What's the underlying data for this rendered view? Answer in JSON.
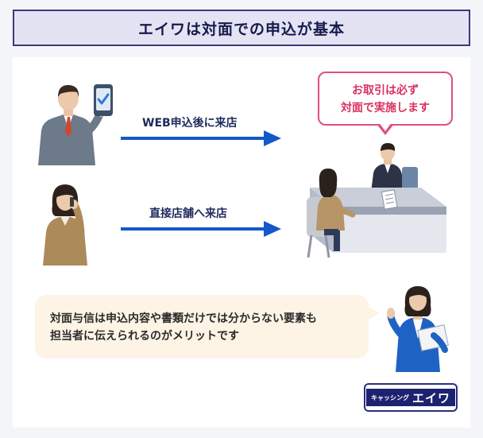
{
  "title": "エイワは対面での申込が基本",
  "flows": [
    {
      "label": "WEB申込後に来店"
    },
    {
      "label": "直接店舗へ来店"
    }
  ],
  "bubble": {
    "line1": "お取引は必ず",
    "line2": "対面で実施します"
  },
  "note": {
    "line1": "対面与信は申込内容や書類だけでは分からない要素も",
    "line2": "担当者に伝えられるのがメリットです"
  },
  "logo": {
    "small": "キャッシング",
    "big": "エイワ"
  },
  "colors": {
    "arrow": "#1358c9",
    "bubble_border": "#e0507a",
    "bubble_text": "#d9325f",
    "title_border": "#3a3a7a",
    "title_bg": "#e3e3f4",
    "note_bg": "#fdf4e5",
    "logo_bg": "#1d2270"
  }
}
